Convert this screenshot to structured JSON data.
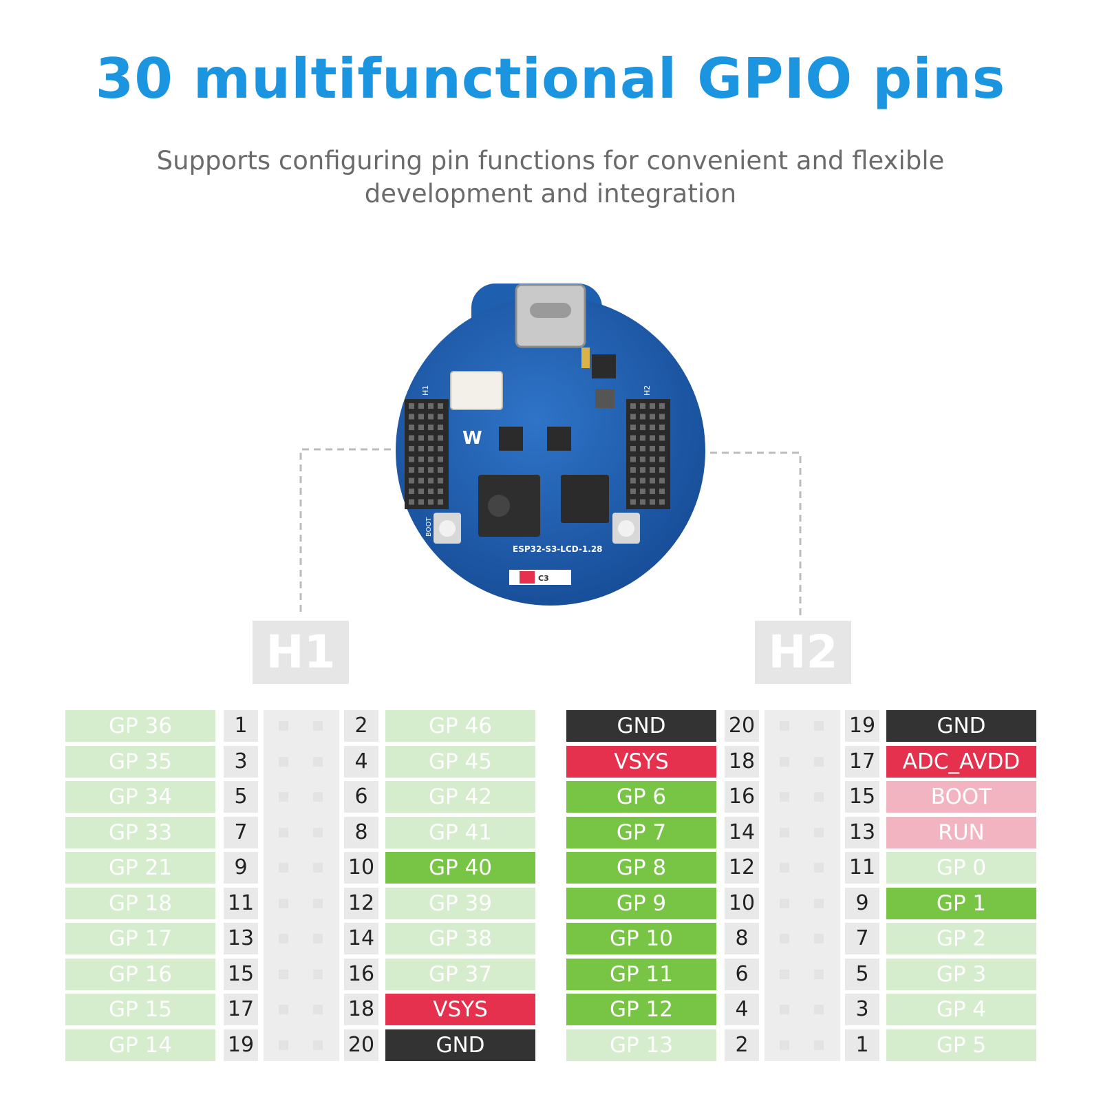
{
  "title": "30 multifunctional GPIO pins",
  "subtitle": "Supports configuring pin functions for convenient and flexible development and integration",
  "board": {
    "silkscreen": "ESP32-S3-LCD-1.28",
    "left_header": "H1",
    "right_header": "H2",
    "boot_label": "BOOT",
    "cap_label": "C3"
  },
  "colors": {
    "title": "#1b95e0",
    "light_green": "#d5edcd",
    "green": "#78c545",
    "dark": "#333333",
    "red": "#e5304e",
    "pink": "#f3b4c1"
  },
  "h1": {
    "label": "H1",
    "rows": [
      {
        "left": "GP 36",
        "ln": "1",
        "rn": "2",
        "right": "GP 46",
        "lc": "lg",
        "rc": "lg"
      },
      {
        "left": "GP 35",
        "ln": "3",
        "rn": "4",
        "right": "GP 45",
        "lc": "lg",
        "rc": "lg"
      },
      {
        "left": "GP 34",
        "ln": "5",
        "rn": "6",
        "right": "GP 42",
        "lc": "lg",
        "rc": "lg"
      },
      {
        "left": "GP 33",
        "ln": "7",
        "rn": "8",
        "right": "GP 41",
        "lc": "lg",
        "rc": "lg"
      },
      {
        "left": "GP 21",
        "ln": "9",
        "rn": "10",
        "right": "GP 40",
        "lc": "lg",
        "rc": "gr"
      },
      {
        "left": "GP 18",
        "ln": "11",
        "rn": "12",
        "right": "GP 39",
        "lc": "lg",
        "rc": "lg"
      },
      {
        "left": "GP 17",
        "ln": "13",
        "rn": "14",
        "right": "GP 38",
        "lc": "lg",
        "rc": "lg"
      },
      {
        "left": "GP 16",
        "ln": "15",
        "rn": "16",
        "right": "GP 37",
        "lc": "lg",
        "rc": "lg"
      },
      {
        "left": "GP 15",
        "ln": "17",
        "rn": "18",
        "right": "VSYS",
        "lc": "lg",
        "rc": "rd"
      },
      {
        "left": "GP 14",
        "ln": "19",
        "rn": "20",
        "right": "GND",
        "lc": "lg",
        "rc": "dk"
      }
    ]
  },
  "h2": {
    "label": "H2",
    "rows": [
      {
        "left": "GND",
        "ln": "20",
        "rn": "19",
        "right": "GND",
        "lc": "dk",
        "rc": "dk"
      },
      {
        "left": "VSYS",
        "ln": "18",
        "rn": "17",
        "right": "ADC_AVDD",
        "lc": "rd",
        "rc": "rd"
      },
      {
        "left": "GP 6",
        "ln": "16",
        "rn": "15",
        "right": "BOOT",
        "lc": "gr",
        "rc": "pk"
      },
      {
        "left": "GP 7",
        "ln": "14",
        "rn": "13",
        "right": "RUN",
        "lc": "gr",
        "rc": "pk"
      },
      {
        "left": "GP 8",
        "ln": "12",
        "rn": "11",
        "right": "GP 0",
        "lc": "gr",
        "rc": "lg"
      },
      {
        "left": "GP 9",
        "ln": "10",
        "rn": "9",
        "right": "GP 1",
        "lc": "gr",
        "rc": "gr"
      },
      {
        "left": "GP 10",
        "ln": "8",
        "rn": "7",
        "right": "GP 2",
        "lc": "gr",
        "rc": "lg"
      },
      {
        "left": "GP 11",
        "ln": "6",
        "rn": "5",
        "right": "GP 3",
        "lc": "gr",
        "rc": "lg"
      },
      {
        "left": "GP 12",
        "ln": "4",
        "rn": "3",
        "right": "GP 4",
        "lc": "gr",
        "rc": "lg"
      },
      {
        "left": "GP 13",
        "ln": "2",
        "rn": "1",
        "right": "GP 5",
        "lc": "lg",
        "rc": "lg"
      }
    ]
  }
}
